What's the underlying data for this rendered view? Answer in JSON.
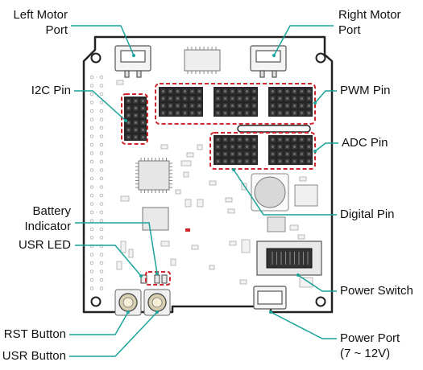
{
  "labels": {
    "left_motor_port": [
      "Left Motor",
      "Port"
    ],
    "right_motor_port": [
      "Right Motor",
      "Port"
    ],
    "i2c_pin": "I2C Pin",
    "pwm_pin": "PWM Pin",
    "adc_pin": "ADC Pin",
    "battery_indicator": [
      "Battery",
      "Indicator"
    ],
    "digital_pin": "Digital Pin",
    "usr_led": "USR LED",
    "power_switch": "Power Switch",
    "rst_button": "RST Button",
    "usr_button": "USR Button",
    "power_port": [
      "Power Port",
      "(7 ~ 12V)"
    ]
  },
  "colors": {
    "callout_line": "#1aa39a",
    "highlight_border": "#d0232a",
    "board_outline": "#222222",
    "pin_fill": "#333333"
  }
}
